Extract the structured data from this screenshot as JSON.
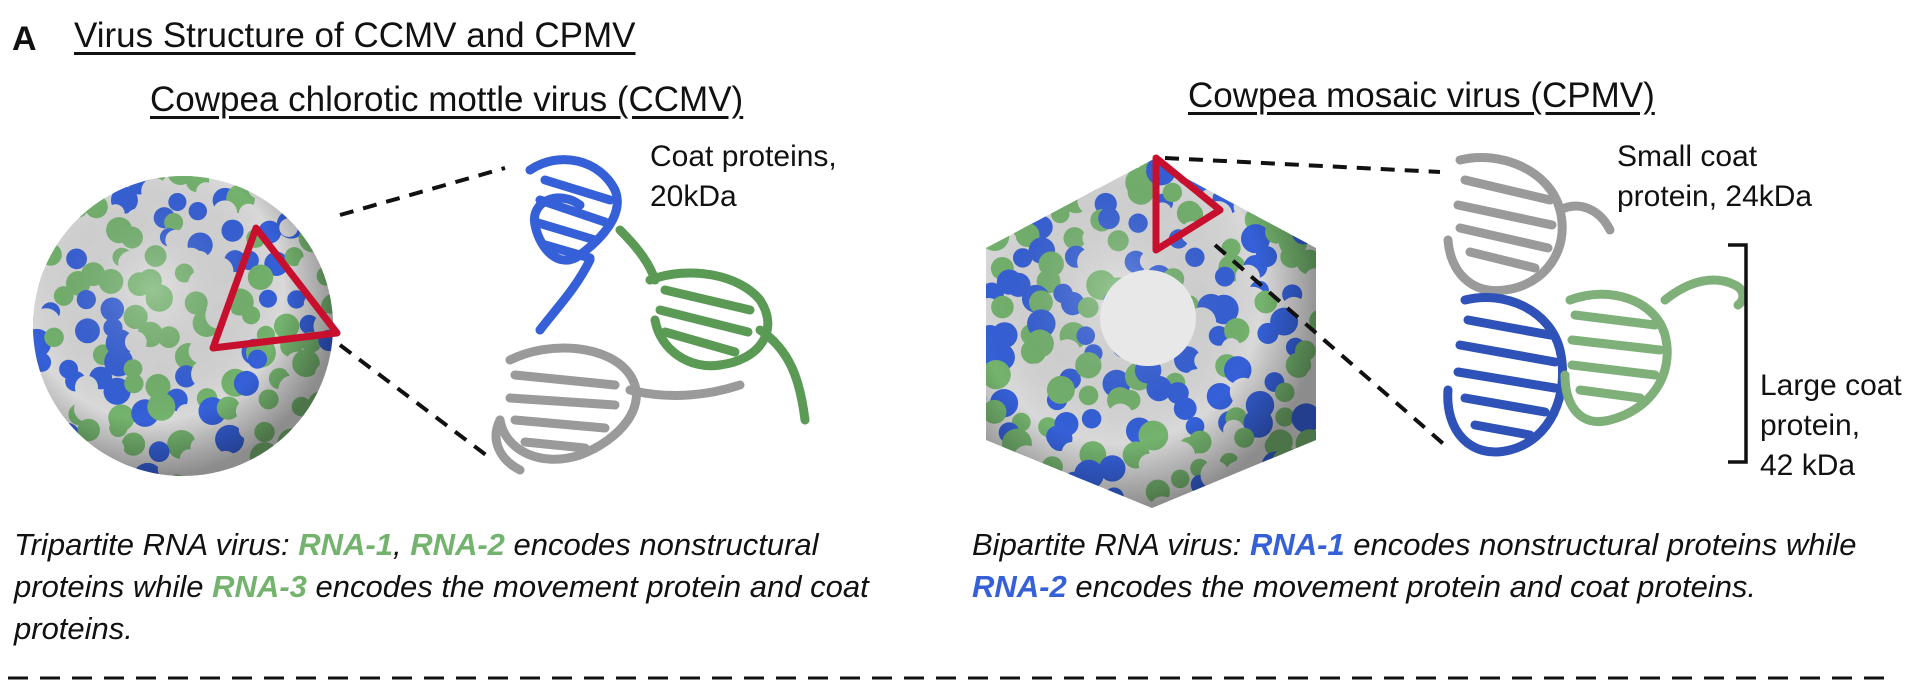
{
  "panel": {
    "letter": "A",
    "title": "Virus Structure of CCMV and CPMV"
  },
  "ccmv": {
    "title": "Cowpea chlorotic mottle virus (CCMV)",
    "protein_label_line1": "Coat proteins,",
    "protein_label_line2": "20kDa",
    "caption": {
      "part1": "Tripartite RNA virus: ",
      "rna1": "RNA-1",
      "sep": ", ",
      "rna2": "RNA-2",
      "part2": " encodes nonstructural proteins while ",
      "rna3": "RNA-3",
      "part3": " encodes the movement protein and coat proteins."
    }
  },
  "cpmv": {
    "title": "Cowpea mosaic virus (CPMV)",
    "small_label_line1": "Small coat",
    "small_label_line2": "protein, 24kDa",
    "large_label_line1": "Large coat",
    "large_label_line2": "protein,",
    "large_label_line3": "42 kDa",
    "caption": {
      "part1": "Bipartite RNA virus: ",
      "rna1": "RNA-1",
      "part2": " encodes nonstructural proteins while ",
      "rna2": "RNA-2",
      "part3": " encodes the movement protein and coat proteins."
    }
  },
  "colors": {
    "green": "#74b36e",
    "blue": "#3560d8",
    "grey": "#d8d8d8",
    "triangle_red": "#c8102e"
  }
}
